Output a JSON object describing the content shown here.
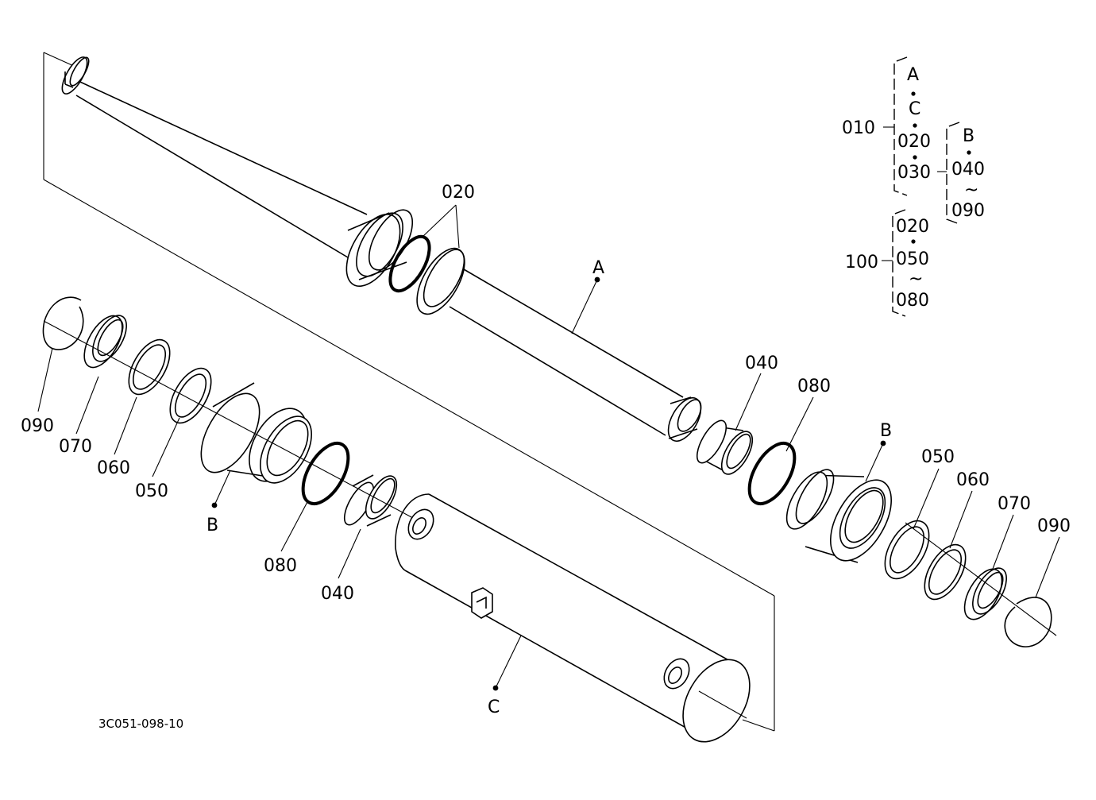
{
  "drawing_number": "3C051-098-10",
  "callouts": {
    "rod_a": "A",
    "rod_oring": "020",
    "head_b_right": "B",
    "bush_right": "040",
    "oring_right": "080",
    "packing_right": "050",
    "ring_right": "060",
    "wiper_right": "070",
    "snap_right": "090",
    "snap_left": "090",
    "wiper_left": "070",
    "ring_left": "060",
    "packing_left": "050",
    "head_b_left": "B",
    "oring_left": "080",
    "bush_left": "040",
    "tube_c": "C"
  },
  "legend": {
    "assembly_010": "010",
    "assembly_100": "100",
    "g1_item1": "A",
    "g1_item2": "C",
    "g1_item3": "020",
    "g1_item4": "030",
    "g2_item1": "B",
    "g2_item2": "040",
    "g2_item3": "090",
    "g3_item1": "020",
    "g3_item2": "050",
    "g3_item3": "080",
    "tilde": "~"
  }
}
